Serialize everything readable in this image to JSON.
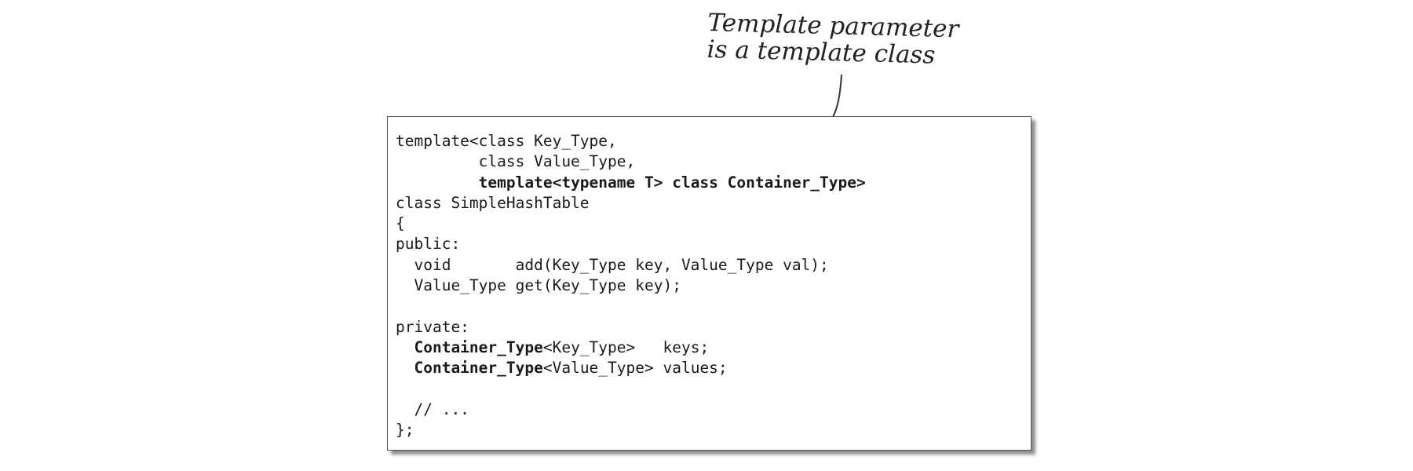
{
  "callout": {
    "line1": "Template parameter",
    "line2": "is a template class"
  },
  "code": {
    "l1": "template<class Key_Type,",
    "l2": "         class Value_Type,",
    "l3_indent": "         ",
    "l3_bold": "template<typename T> class Container_Type>",
    "l4": "class SimpleHashTable",
    "l5": "{",
    "l6": "public:",
    "l7": "  void       add(Key_Type key, Value_Type val);",
    "l8": "  Value_Type get(Key_Type key);",
    "l9": "",
    "l10": "private:",
    "l11_indent": "  ",
    "l11_bold": "Container_Type",
    "l11_rest": "<Key_Type>   keys;",
    "l12_indent": "  ",
    "l12_bold": "Container_Type",
    "l12_rest": "<Value_Type> values;",
    "l13": "",
    "l14": "  // ...",
    "l15": "};"
  }
}
